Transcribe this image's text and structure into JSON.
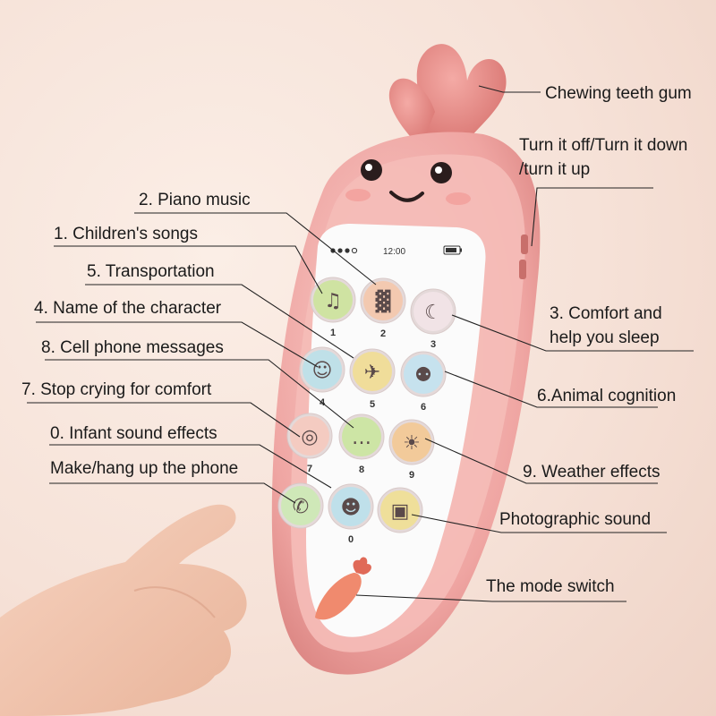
{
  "screen": {
    "time": "12:00"
  },
  "callouts": {
    "chewing": "Chewing teeth gum",
    "volume_line1": "Turn it off/Turn it down",
    "volume_line2": "/turn it up",
    "piano": "2. Piano music",
    "childrens_songs": "1. Children's songs",
    "transportation": "5. Transportation",
    "character": "4. Name of the character",
    "messages": "8. Cell phone messages",
    "stop_crying": "7. Stop crying for comfort",
    "infant_sound": "0. Infant sound effects",
    "make_hang": "Make/hang up the phone",
    "comfort_line1": "3. Comfort and",
    "comfort_line2": "help you sleep",
    "animal": "6.Animal cognition",
    "weather": "9. Weather effects",
    "photo": "Photographic sound",
    "mode_switch": "The mode switch"
  },
  "buttons": [
    {
      "number": "1",
      "icon": "music-notes-icon",
      "color": "#cfe3a2"
    },
    {
      "number": "2",
      "icon": "piano-keys-icon",
      "color": "#f3c9b0"
    },
    {
      "number": "3",
      "icon": "sleeping-baby-moon-icon",
      "color": "#f1e3e6"
    },
    {
      "number": "4",
      "icon": "boy-face-icon",
      "color": "#bfe0e8"
    },
    {
      "number": "5",
      "icon": "airplane-icon",
      "color": "#f0dd9a"
    },
    {
      "number": "6",
      "icon": "cat-face-icon",
      "color": "#c6e2ee"
    },
    {
      "number": "7",
      "icon": "pacifier-icon",
      "color": "#f4cbc1"
    },
    {
      "number": "8",
      "icon": "chat-bubble-icon",
      "color": "#cde5a5"
    },
    {
      "number": "9",
      "icon": "sun-icon",
      "color": "#f2ca9a"
    },
    {
      "number": "",
      "icon": "phone-handset-icon",
      "color": "#cfe8b8"
    },
    {
      "number": "0",
      "icon": "baby-face-icon",
      "color": "#bfe0ea"
    },
    {
      "number": "",
      "icon": "camera-icon",
      "color": "#efdf9a"
    }
  ],
  "colors": {
    "phone_body": "#efa4a2",
    "phone_shell": "#f4c0bd",
    "screen": "#fbfbfb",
    "accent_carrot": "#f08a6e"
  }
}
